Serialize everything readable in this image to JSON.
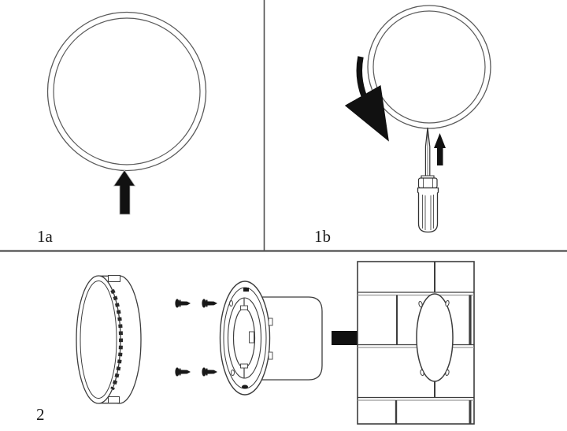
{
  "figure": {
    "title_hidden": "",
    "steps": [
      {
        "id": "1a",
        "label": "1a",
        "description": "insert ring from below"
      },
      {
        "id": "1b",
        "label": "1b",
        "description": "rotate ring and tighten screw with screwdriver"
      },
      {
        "id": "2",
        "label": "2",
        "description": "exploded assembly: cover, screws, mounting plate with duct tube, wall with oval hole"
      }
    ]
  },
  "icons": {
    "up_arrow": "up-arrow-icon",
    "rotate_arrow": "rotate-counterclockwise-arrow-icon",
    "push_up_arrow": "push-up-arrow-icon",
    "right_arrow": "right-arrow-icon",
    "screwdriver": "screwdriver-icon",
    "screw": "screw-icon"
  },
  "colors": {
    "background": "#ffffff",
    "line": "#3d3d3d",
    "line_light": "#6a6a6a",
    "arrow_fill": "#111111",
    "divider": "#4f4f4f",
    "mortar": "#9a9a9a"
  }
}
